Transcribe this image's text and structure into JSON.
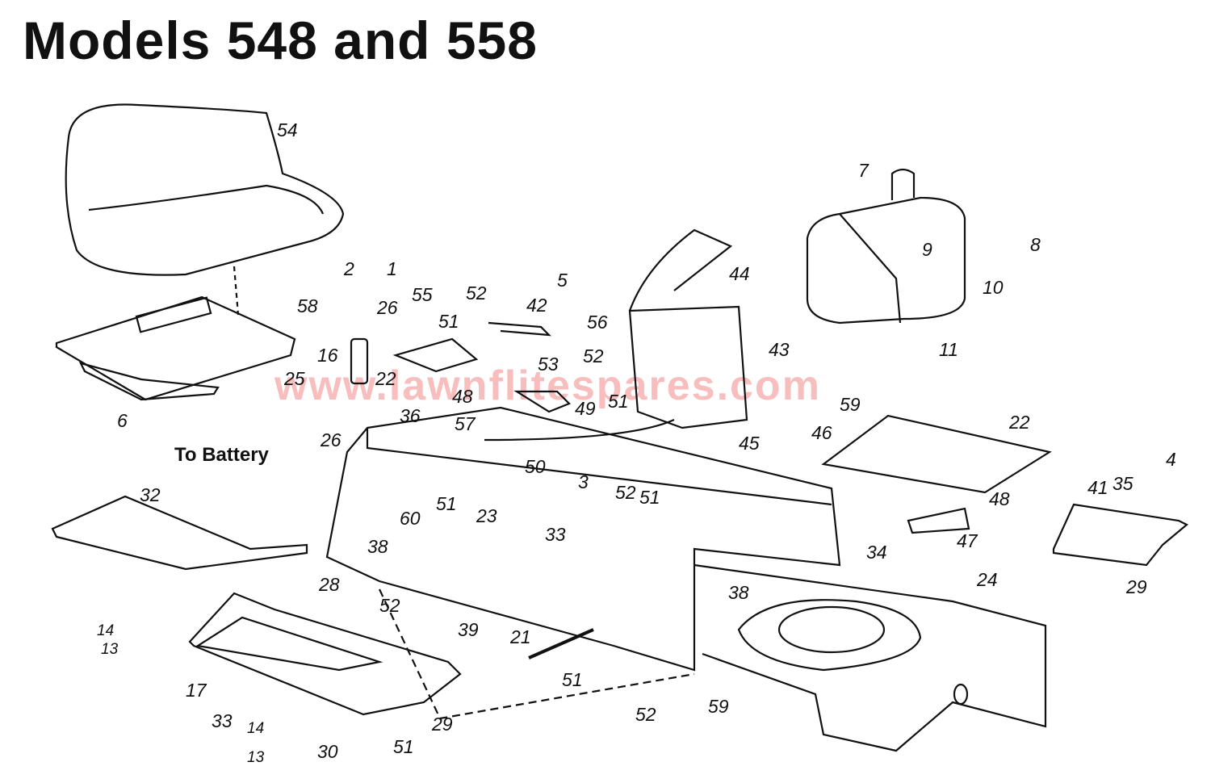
{
  "title": "Models 548 and 558",
  "watermark": "www.lawnflitespares.com",
  "callout_to_battery": "To Battery",
  "labels": [
    "54",
    "7",
    "8",
    "9",
    "44",
    "2",
    "1",
    "5",
    "55",
    "52",
    "26",
    "42",
    "58",
    "56",
    "51",
    "10",
    "16",
    "53",
    "43",
    "11",
    "52",
    "22",
    "25",
    "51",
    "48",
    "49",
    "36",
    "57",
    "6",
    "59",
    "22",
    "26",
    "46",
    "45",
    "50",
    "3",
    "52",
    "51",
    "32",
    "4",
    "41",
    "35",
    "48",
    "51",
    "23",
    "60",
    "33",
    "47",
    "38",
    "34",
    "29",
    "24",
    "28",
    "38",
    "52",
    "39",
    "21",
    "14",
    "13",
    "51",
    "17",
    "52",
    "59",
    "33",
    "29",
    "14",
    "51",
    "13",
    "30"
  ]
}
